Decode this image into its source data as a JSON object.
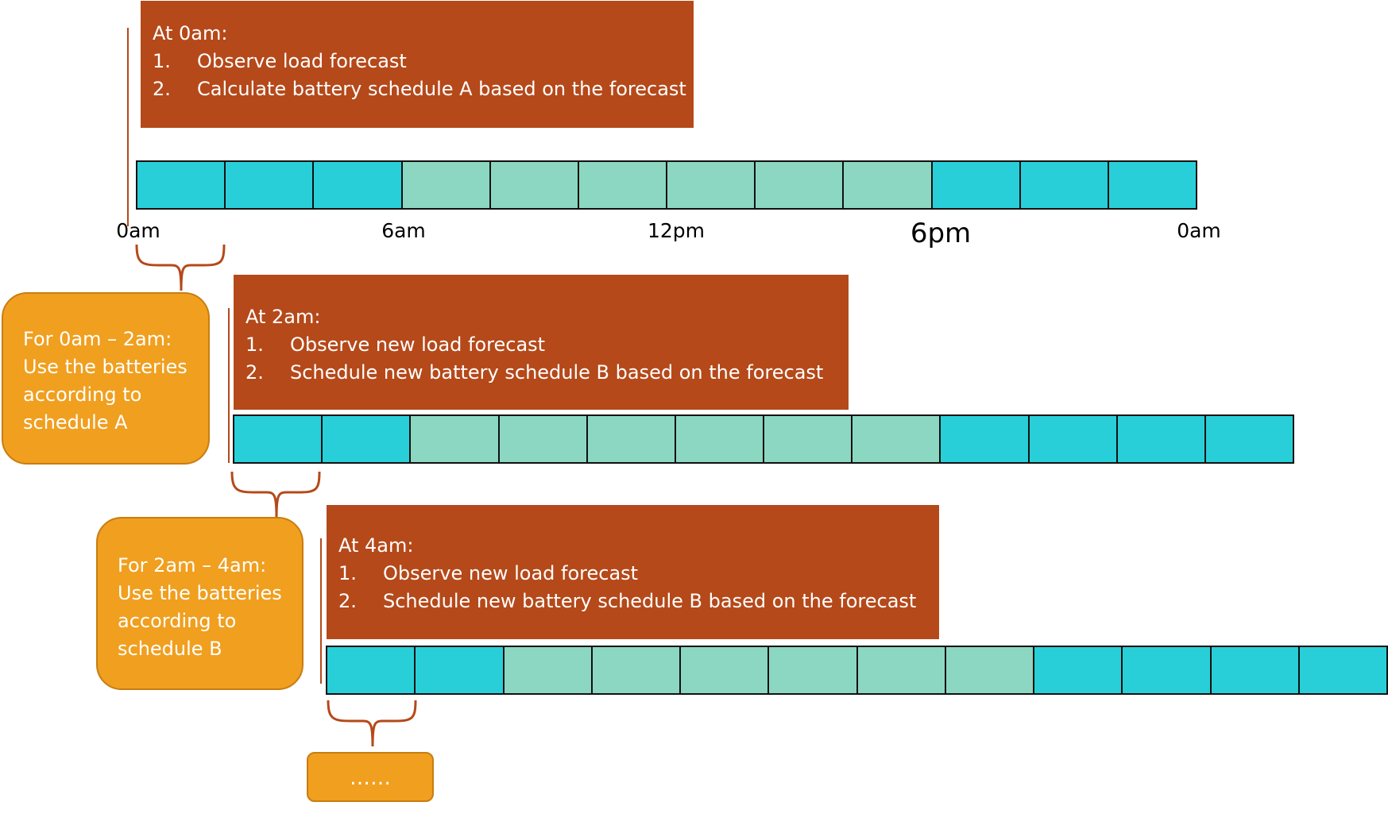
{
  "colors": {
    "step_box": "#B5491A",
    "note_box": "#F09F1F",
    "slot_battery": "#29CFD8",
    "slot_mid": "#8CD7C1",
    "line": "#B5491A"
  },
  "rows": [
    {
      "header": "At  0am:",
      "items": [
        {
          "num": "1.",
          "text": "Observe load forecast"
        },
        {
          "num": "2.",
          "text": "Calculate battery schedule A based on the forecast"
        }
      ],
      "slots": [
        "battery",
        "battery",
        "battery",
        "mid",
        "mid",
        "mid",
        "mid",
        "mid",
        "mid",
        "battery",
        "battery",
        "battery"
      ]
    },
    {
      "header": "At 2am:",
      "items": [
        {
          "num": "1.",
          "text": "Observe new load forecast"
        },
        {
          "num": "2.",
          "text": "Schedule new battery schedule B based on the forecast"
        }
      ],
      "slots": [
        "battery",
        "battery",
        "mid",
        "mid",
        "mid",
        "mid",
        "mid",
        "mid",
        "battery",
        "battery",
        "battery",
        "battery"
      ]
    },
    {
      "header": "At 4am:",
      "items": [
        {
          "num": "1.",
          "text": "Observe new load forecast"
        },
        {
          "num": "2.",
          "text": "Schedule new battery schedule B based on the forecast"
        }
      ],
      "slots": [
        "battery",
        "battery",
        "mid",
        "mid",
        "mid",
        "mid",
        "mid",
        "mid",
        "battery",
        "battery",
        "battery",
        "battery"
      ]
    }
  ],
  "axis": {
    "ticks": [
      "0am",
      "6am",
      "12pm",
      "6pm",
      "0am"
    ]
  },
  "notes": [
    {
      "lines": [
        "For 0am – 2am:",
        "Use the batteries",
        "according to",
        "schedule A"
      ]
    },
    {
      "lines": [
        "For 2am – 4am:",
        "Use the batteries",
        "according to",
        "schedule B"
      ]
    },
    {
      "text": "……"
    }
  ]
}
